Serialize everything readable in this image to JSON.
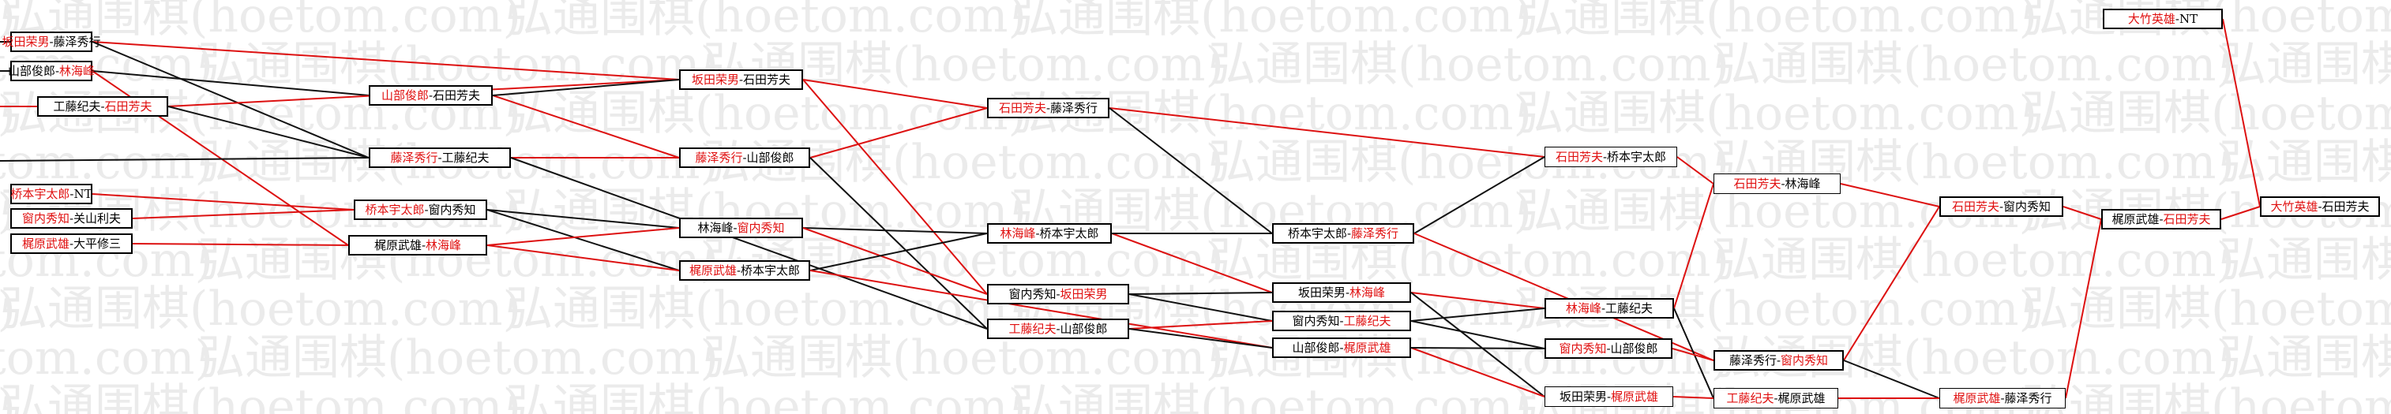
{
  "watermark": "弘通围棋(hoetom.com)",
  "colors": {
    "winner": "#e01010",
    "loser": "#000000",
    "line_red": "#dd1111",
    "line_black": "#111111"
  },
  "matches": [
    {
      "id": "m1",
      "a": "坂田荣男",
      "b": "藤泽秀行",
      "win": "a"
    },
    {
      "id": "m2",
      "a": "山部俊郎",
      "b": "林海峰",
      "win": "b"
    },
    {
      "id": "m3",
      "a": "工藤纪夫",
      "b": "石田芳夫",
      "win": "b"
    },
    {
      "id": "m4",
      "a": "桥本宇太郎",
      "b": "NT",
      "win": "a"
    },
    {
      "id": "m5",
      "a": "窗内秀知",
      "b": "关山利夫",
      "win": "a"
    },
    {
      "id": "m6",
      "a": "梶原武雄",
      "b": "大平修三",
      "win": "a"
    },
    {
      "id": "m7",
      "a": "山部俊郎",
      "b": "石田芳夫",
      "win": "a"
    },
    {
      "id": "m8",
      "a": "藤泽秀行",
      "b": "工藤纪夫",
      "win": "a"
    },
    {
      "id": "m9",
      "a": "桥本宇太郎",
      "b": "窗内秀知",
      "win": "a"
    },
    {
      "id": "m10",
      "a": "梶原武雄",
      "b": "林海峰",
      "win": "b"
    },
    {
      "id": "m11",
      "a": "坂田荣男",
      "b": "石田芳夫",
      "win": "a"
    },
    {
      "id": "m12",
      "a": "藤泽秀行",
      "b": "山部俊郎",
      "win": "a"
    },
    {
      "id": "m13",
      "a": "林海峰",
      "b": "窗内秀知",
      "win": "b"
    },
    {
      "id": "m14",
      "a": "梶原武雄",
      "b": "桥本宇太郎",
      "win": "a"
    },
    {
      "id": "m15",
      "a": "石田芳夫",
      "b": "藤泽秀行",
      "win": "a"
    },
    {
      "id": "m16",
      "a": "林海峰",
      "b": "桥本宇太郎",
      "win": "a"
    },
    {
      "id": "m17",
      "a": "窗内秀知",
      "b": "坂田荣男",
      "win": "b"
    },
    {
      "id": "m18",
      "a": "工藤纪夫",
      "b": "山部俊郎",
      "win": "a"
    },
    {
      "id": "m19",
      "a": "桥本宇太郎",
      "b": "藤泽秀行",
      "win": "b"
    },
    {
      "id": "m20",
      "a": "坂田荣男",
      "b": "林海峰",
      "win": "b"
    },
    {
      "id": "m21",
      "a": "窗内秀知",
      "b": "工藤纪夫",
      "win": "b"
    },
    {
      "id": "m22",
      "a": "山部俊郎",
      "b": "梶原武雄",
      "win": "b"
    },
    {
      "id": "m23",
      "a": "石田芳夫",
      "b": "桥本宇太郎",
      "win": "a"
    },
    {
      "id": "m24",
      "a": "林海峰",
      "b": "工藤纪夫",
      "win": "a"
    },
    {
      "id": "m25",
      "a": "窗内秀知",
      "b": "山部俊郎",
      "win": "a"
    },
    {
      "id": "m26",
      "a": "坂田荣男",
      "b": "梶原武雄",
      "win": "b"
    },
    {
      "id": "m27",
      "a": "石田芳夫",
      "b": "林海峰",
      "win": "a"
    },
    {
      "id": "m28",
      "a": "藤泽秀行",
      "b": "窗内秀知",
      "win": "b"
    },
    {
      "id": "m29",
      "a": "工藤纪夫",
      "b": "梶原武雄",
      "win": "a"
    },
    {
      "id": "m30",
      "a": "石田芳夫",
      "b": "窗内秀知",
      "win": "a"
    },
    {
      "id": "m31",
      "a": "梶原武雄",
      "b": "藤泽秀行",
      "win": "a"
    },
    {
      "id": "m32",
      "a": "梶原武雄",
      "b": "石田芳夫",
      "win": "b"
    },
    {
      "id": "m33",
      "a": "大竹英雄",
      "b": "NT",
      "win": "a"
    },
    {
      "id": "m34",
      "a": "大竹英雄",
      "b": "石田芳夫",
      "win": "a"
    }
  ],
  "links": [
    {
      "from": "m1",
      "to": "m11",
      "c": "red"
    },
    {
      "from": "m1",
      "to": "m8",
      "c": "black"
    },
    {
      "from": "m2",
      "to": "m10",
      "c": "red"
    },
    {
      "from": "m2",
      "to": "m7",
      "c": "black"
    },
    {
      "from": "m3",
      "to": "m11",
      "c": "red"
    },
    {
      "from": "m3",
      "to": "m8",
      "c": "black"
    },
    {
      "from": "m4",
      "to": "m9",
      "c": "red"
    },
    {
      "from": "m5",
      "to": "m9",
      "c": "red"
    },
    {
      "from": "m6",
      "to": "m10",
      "c": "red"
    },
    {
      "from": "m7",
      "to": "m12",
      "c": "red"
    },
    {
      "from": "m7",
      "to": "m11",
      "c": "black"
    },
    {
      "from": "m8",
      "to": "m12",
      "c": "red"
    },
    {
      "from": "m8",
      "to": "m18",
      "c": "black"
    },
    {
      "from": "m9",
      "to": "m14",
      "c": "black"
    },
    {
      "from": "m9",
      "to": "m13",
      "c": "black"
    },
    {
      "from": "m10",
      "to": "m13",
      "c": "red"
    },
    {
      "from": "m10",
      "to": "m14",
      "c": "red"
    },
    {
      "from": "m11",
      "to": "m15",
      "c": "red"
    },
    {
      "from": "m11",
      "to": "m17",
      "c": "red"
    },
    {
      "from": "m12",
      "to": "m15",
      "c": "red"
    },
    {
      "from": "m12",
      "to": "m18",
      "c": "black"
    },
    {
      "from": "m13",
      "to": "m16",
      "c": "black"
    },
    {
      "from": "m13",
      "to": "m17",
      "c": "red"
    },
    {
      "from": "m14",
      "to": "m16",
      "c": "black"
    },
    {
      "from": "m14",
      "to": "m22",
      "c": "red"
    },
    {
      "from": "m15",
      "to": "m23",
      "c": "red"
    },
    {
      "from": "m15",
      "to": "m19",
      "c": "black"
    },
    {
      "from": "m16",
      "to": "m20",
      "c": "red"
    },
    {
      "from": "m16",
      "to": "m19",
      "c": "black"
    },
    {
      "from": "m17",
      "to": "m20",
      "c": "black"
    },
    {
      "from": "m17",
      "to": "m21",
      "c": "black"
    },
    {
      "from": "m18",
      "to": "m21",
      "c": "red"
    },
    {
      "from": "m18",
      "to": "m22",
      "c": "black"
    },
    {
      "from": "m19",
      "to": "m23",
      "c": "black"
    },
    {
      "from": "m19",
      "to": "m28",
      "c": "red"
    },
    {
      "from": "m20",
      "to": "m24",
      "c": "red"
    },
    {
      "from": "m20",
      "to": "m26",
      "c": "black"
    },
    {
      "from": "m21",
      "to": "m24",
      "c": "black"
    },
    {
      "from": "m21",
      "to": "m25",
      "c": "black"
    },
    {
      "from": "m22",
      "to": "m26",
      "c": "red"
    },
    {
      "from": "m22",
      "to": "m25",
      "c": "black"
    },
    {
      "from": "m23",
      "to": "m27",
      "c": "red"
    },
    {
      "from": "m24",
      "to": "m27",
      "c": "red"
    },
    {
      "from": "m24",
      "to": "m29",
      "c": "black"
    },
    {
      "from": "m25",
      "to": "m28",
      "c": "red"
    },
    {
      "from": "m26",
      "to": "m29",
      "c": "red"
    },
    {
      "from": "m27",
      "to": "m30",
      "c": "red"
    },
    {
      "from": "m28",
      "to": "m30",
      "c": "red"
    },
    {
      "from": "m28",
      "to": "m31",
      "c": "black"
    },
    {
      "from": "m29",
      "to": "m31",
      "c": "red"
    },
    {
      "from": "m30",
      "to": "m32",
      "c": "red"
    },
    {
      "from": "m31",
      "to": "m32",
      "c": "red"
    },
    {
      "from": "m32",
      "to": "m34",
      "c": "red"
    },
    {
      "from": "m33",
      "to": "m34",
      "c": "red"
    }
  ]
}
